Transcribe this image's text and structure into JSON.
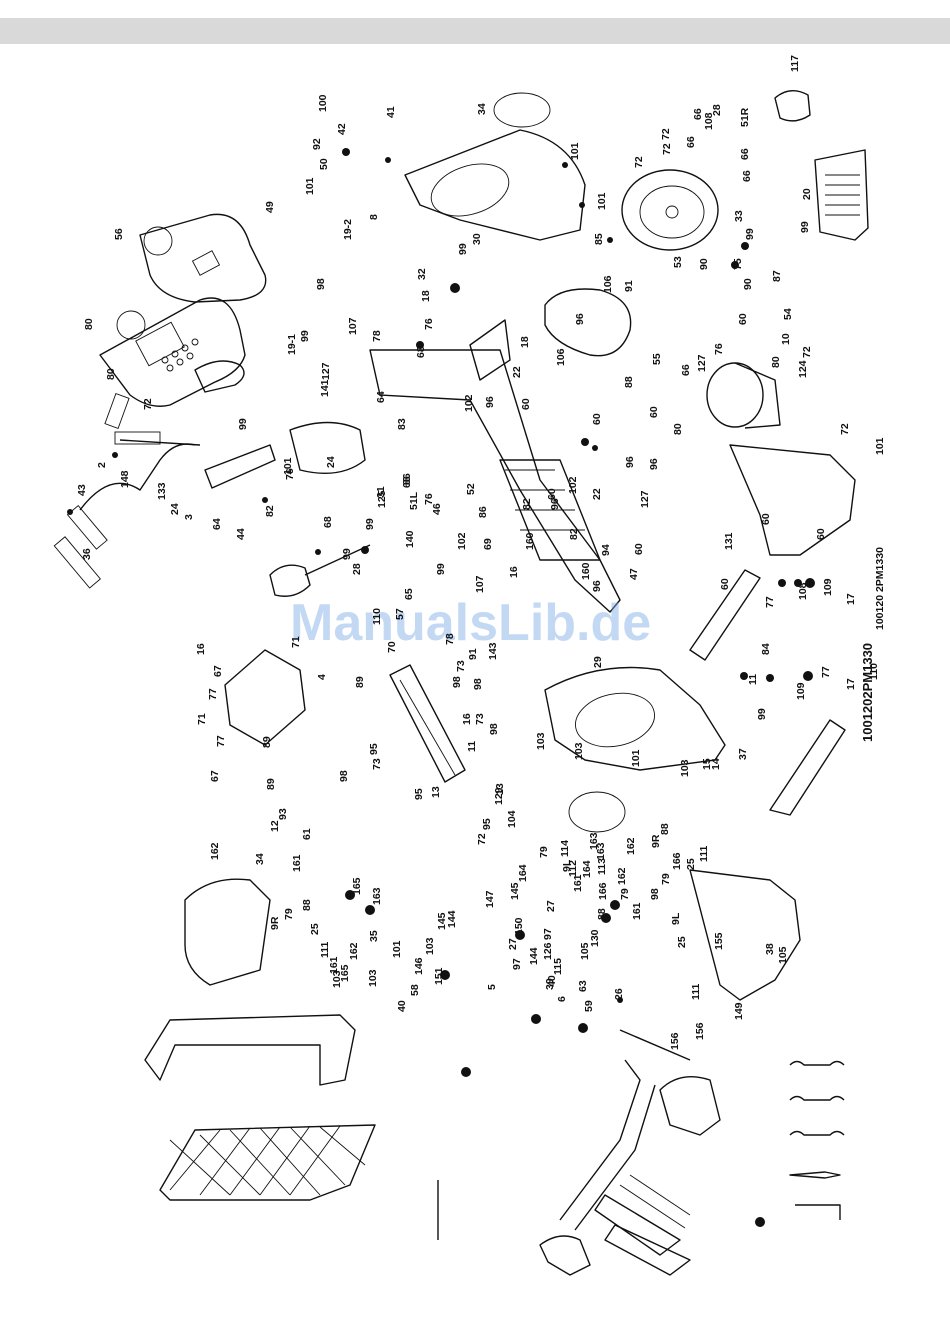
{
  "watermark": "ManualsLib.de",
  "drawing_code": "1001202PM1330",
  "part_numbers": [
    "117",
    "41",
    "100",
    "42",
    "92",
    "50",
    "101",
    "49",
    "34",
    "30",
    "101",
    "101",
    "108",
    "28",
    "51R",
    "66",
    "72",
    "66",
    "72",
    "66",
    "72",
    "66",
    "20",
    "99",
    "33",
    "99",
    "85",
    "53",
    "56",
    "8",
    "19-2",
    "32",
    "99",
    "18",
    "106",
    "91",
    "90",
    "90",
    "75",
    "87",
    "80",
    "98",
    "19-1",
    "99",
    "107",
    "78",
    "127",
    "76",
    "68",
    "18",
    "106",
    "22",
    "102",
    "96",
    "60",
    "54",
    "10",
    "72",
    "80",
    "124",
    "76",
    "88",
    "55",
    "66",
    "80",
    "72",
    "141",
    "64",
    "83",
    "96",
    "60",
    "127",
    "60",
    "80",
    "72",
    "101",
    "101",
    "99",
    "2",
    "24",
    "31",
    "68",
    "76",
    "96",
    "60",
    "102",
    "22",
    "127",
    "96",
    "60",
    "43",
    "148",
    "133",
    "24",
    "3",
    "76",
    "82",
    "68",
    "99",
    "125",
    "51L",
    "86",
    "52",
    "86",
    "60",
    "82",
    "96",
    "60",
    "36",
    "64",
    "44",
    "99",
    "46",
    "102",
    "140",
    "69",
    "160",
    "82",
    "94",
    "60",
    "131",
    "47",
    "99",
    "28",
    "108",
    "77",
    "109",
    "17",
    "110",
    "57",
    "107",
    "78",
    "16",
    "160",
    "96",
    "60",
    "84",
    "65",
    "70",
    "91",
    "73",
    "16",
    "71",
    "67",
    "77",
    "4",
    "89",
    "143",
    "98",
    "98",
    "11",
    "109",
    "77",
    "17",
    "110",
    "100120 2PM1330",
    "29",
    "71",
    "77",
    "89",
    "73",
    "16",
    "11",
    "98",
    "99",
    "37",
    "67",
    "89",
    "103",
    "103",
    "101",
    "103",
    "15",
    "14",
    "98",
    "73",
    "95",
    "13",
    "95",
    "13",
    "95",
    "129",
    "72",
    "104",
    "12",
    "93",
    "61",
    "34",
    "161",
    "162",
    "163",
    "88",
    "79",
    "9L",
    "164",
    "161",
    "163",
    "162",
    "9R",
    "166",
    "79",
    "25",
    "111",
    "164",
    "166",
    "162",
    "161",
    "88",
    "79",
    "98",
    "9L",
    "25",
    "111",
    "165",
    "163",
    "88",
    "79",
    "9R",
    "25",
    "111",
    "162",
    "161",
    "165",
    "35",
    "101",
    "103",
    "103",
    "103",
    "146",
    "151",
    "58",
    "40",
    "144",
    "145",
    "97",
    "5",
    "144",
    "147",
    "145",
    "97",
    "150",
    "27",
    "27",
    "126",
    "40",
    "105",
    "130",
    "113",
    "112",
    "114",
    "115",
    "39",
    "63",
    "6",
    "59",
    "26",
    "149",
    "156",
    "156",
    "155",
    "38",
    "105"
  ],
  "tools": {
    "wrench_a": "130",
    "wrench_b": "113",
    "wrench_c": "112",
    "screwdriver": "114",
    "allen_key": "115"
  }
}
